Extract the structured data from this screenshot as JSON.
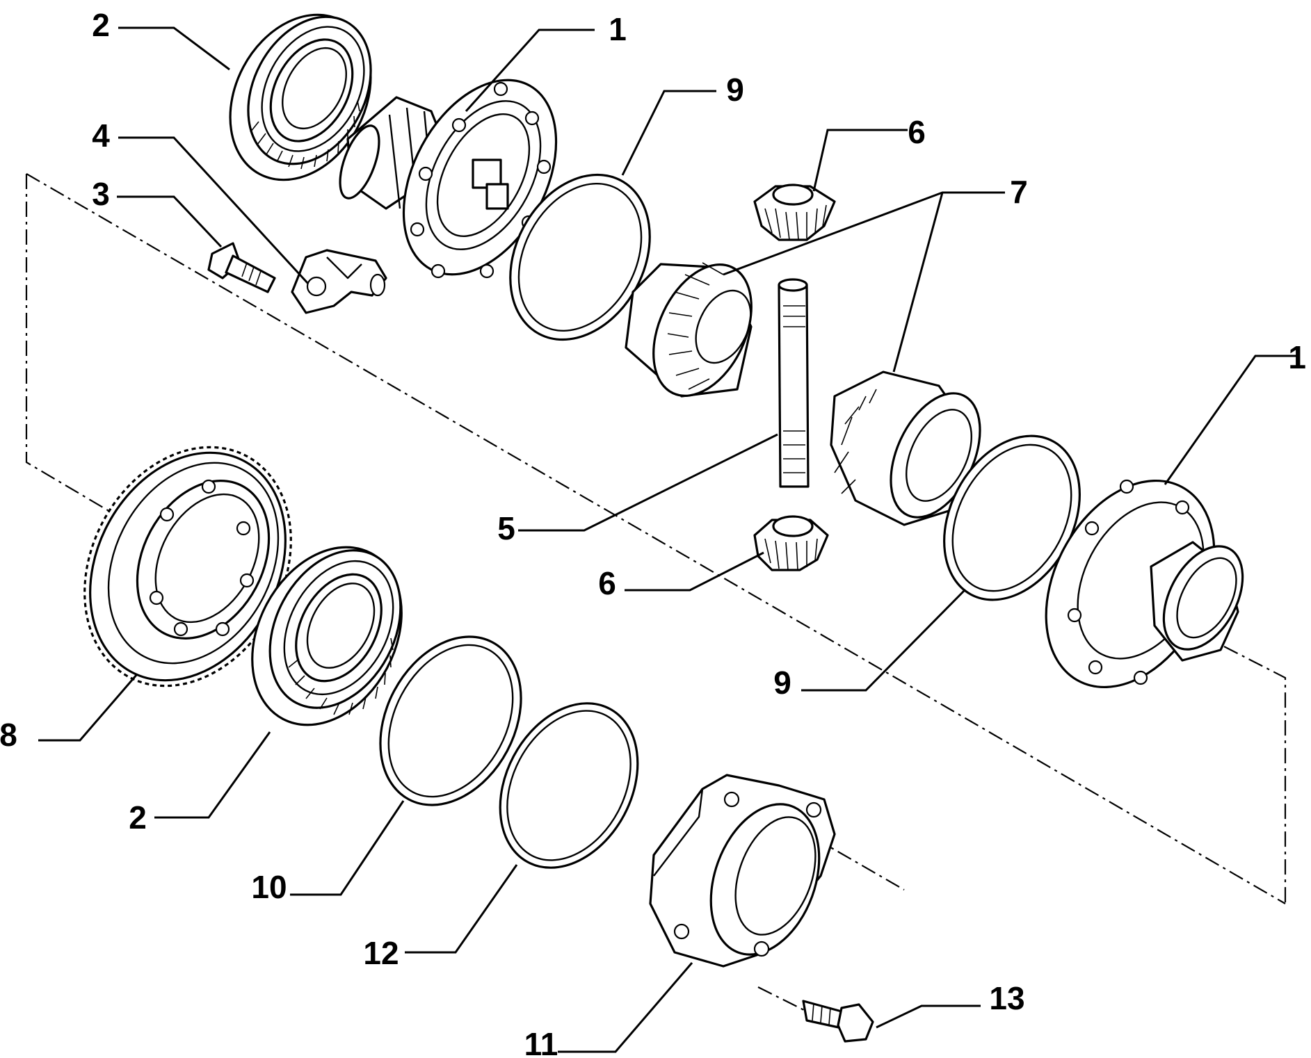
{
  "callouts": [
    {
      "id": "c1a",
      "label": "1"
    },
    {
      "id": "c1b",
      "label": "1"
    },
    {
      "id": "c2a",
      "label": "2"
    },
    {
      "id": "c2b",
      "label": "2"
    },
    {
      "id": "c3",
      "label": "3"
    },
    {
      "id": "c4",
      "label": "4"
    },
    {
      "id": "c5",
      "label": "5"
    },
    {
      "id": "c6a",
      "label": "6"
    },
    {
      "id": "c6b",
      "label": "6"
    },
    {
      "id": "c7",
      "label": "7"
    },
    {
      "id": "c8",
      "label": "8"
    },
    {
      "id": "c9a",
      "label": "9"
    },
    {
      "id": "c9b",
      "label": "9"
    },
    {
      "id": "c10",
      "label": "10"
    },
    {
      "id": "c11",
      "label": "11"
    },
    {
      "id": "c12",
      "label": "12"
    },
    {
      "id": "c13",
      "label": "13"
    }
  ]
}
